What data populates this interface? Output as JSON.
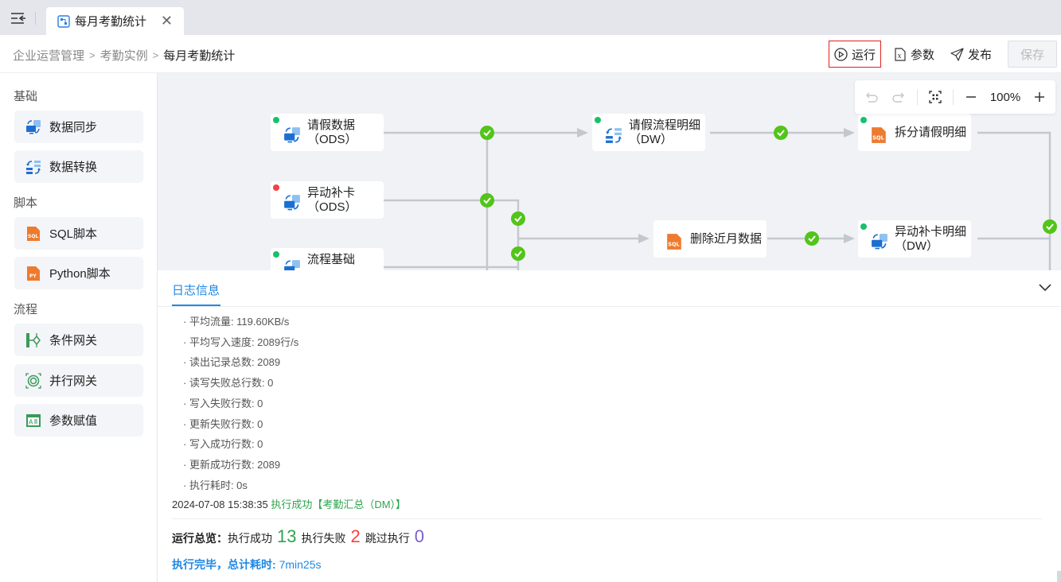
{
  "topbar": {
    "menu_icon": "menu-fold-icon",
    "tab": {
      "label": "每月考勤统计",
      "icon": "flow-file-icon",
      "close_icon": "close-icon"
    }
  },
  "breadcrumb": {
    "items": [
      "企业运营管理",
      "考勤实例",
      "每月考勤统计"
    ],
    "separator": ">"
  },
  "actions": {
    "run": "运行",
    "params": "参数",
    "publish": "发布",
    "save": "保存"
  },
  "zoom": {
    "level": "100%"
  },
  "sidebar": {
    "sections": [
      {
        "title": "基础",
        "items": [
          {
            "label": "数据同步",
            "icon": "data-sync-icon"
          },
          {
            "label": "数据转换",
            "icon": "data-transform-icon"
          }
        ]
      },
      {
        "title": "脚本",
        "items": [
          {
            "label": "SQL脚本",
            "icon": "sql-icon"
          },
          {
            "label": "Python脚本",
            "icon": "python-icon"
          }
        ]
      },
      {
        "title": "流程",
        "items": [
          {
            "label": "条件网关",
            "icon": "condition-gateway-icon"
          },
          {
            "label": "并行网关",
            "icon": "parallel-gateway-icon"
          },
          {
            "label": "参数赋值",
            "icon": "param-assign-icon"
          }
        ]
      }
    ]
  },
  "flow": {
    "nodes": [
      {
        "id": "n1",
        "label": "请假数据（ODS）",
        "type": "sync",
        "status": "success"
      },
      {
        "id": "n2",
        "label": "异动补卡（ODS）",
        "type": "sync",
        "status": "failed"
      },
      {
        "id": "n3",
        "label": "流程基础",
        "type": "sync",
        "status": "success"
      },
      {
        "id": "n4",
        "label": "请假流程明细（DW）",
        "type": "transform",
        "status": "success"
      },
      {
        "id": "n5",
        "label": "删除近月数据",
        "type": "sql",
        "status": ""
      },
      {
        "id": "n6",
        "label": "拆分请假明细",
        "type": "sql",
        "status": "success"
      },
      {
        "id": "n7",
        "label": "异动补卡明细（DW）",
        "type": "sync",
        "status": "success"
      }
    ],
    "colors": {
      "success": "#18c06a",
      "failed": "#f5413f",
      "check": "#52c41a"
    }
  },
  "log": {
    "tab": "日志信息",
    "lines": [
      "· 平均流量: 119.60KB/s",
      "· 平均写入速度: 2089行/s",
      "· 读出记录总数: 2089",
      "· 读写失败总行数: 0",
      "· 写入失败行数: 0",
      "· 更新失败行数: 0",
      "· 写入成功行数: 0",
      "· 更新成功行数: 2089",
      "· 执行耗时: 0s"
    ],
    "timestamp": "2024-07-08 15:38:35",
    "result": "执行成功【考勤汇总（DM）】",
    "summary": {
      "title": "运行总览：",
      "success_label": "执行成功",
      "success_count": "13",
      "failed_label": "执行失败",
      "failed_count": "2",
      "skipped_label": "跳过执行",
      "skipped_count": "0",
      "colors": {
        "success": "#2ea44f",
        "failed": "#f5413f",
        "skipped": "#7b61c9"
      }
    },
    "finish_label": "执行完毕，总计耗时:",
    "finish_time": "7min25s"
  }
}
